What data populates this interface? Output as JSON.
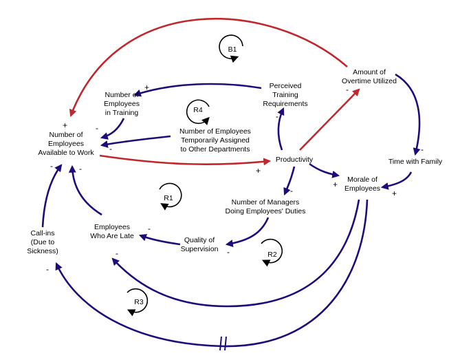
{
  "colors": {
    "red_link": "#c0272d",
    "blue_link": "#1f0b7a",
    "text": "#000000",
    "background": "#ffffff"
  },
  "nodes": {
    "employees_available": [
      "Number of",
      "Employees",
      "Available to Work"
    ],
    "employees_training": [
      "Number of",
      "Employees",
      "in Training"
    ],
    "perceived_training": [
      "Perceived",
      "Training",
      "Requirements"
    ],
    "overtime": [
      "Amount of",
      "Overtime Utilized"
    ],
    "temp_assigned": [
      "Number of Employees",
      "Temporarily Assigned",
      "to Other Departments"
    ],
    "productivity": [
      "Productivity"
    ],
    "time_family": [
      "Time with Family"
    ],
    "morale": [
      "Morale of",
      "Employees"
    ],
    "managers_duties": [
      "Number of Managers",
      "Doing Employees' Duties"
    ],
    "employees_late": [
      "Employees",
      "Who Are Late"
    ],
    "quality_supervision": [
      "Quality of",
      "Supervision"
    ],
    "callins": [
      "Call-ins",
      "(Due to",
      "Sickness)"
    ]
  },
  "loops": {
    "b1": "B1",
    "r4": "R4",
    "r1": "R1",
    "r2": "R2",
    "r3": "R3"
  },
  "polarities": {
    "plus_available": "+",
    "minus_available_training": "-",
    "minus_available_temp": "-",
    "minus_available_late": "-",
    "minus_available_callins": "-",
    "plus_training": "+",
    "minus_perceived": "-",
    "minus_overtime": "-",
    "plus_productivity": "+",
    "minus_time_family": "-",
    "plus_morale_left": "+",
    "plus_morale_right": "+",
    "minus_managers": "-",
    "minus_late": "-",
    "minus_supervision": "-",
    "minus_late_morale": "-",
    "minus_callins_morale": "-"
  }
}
